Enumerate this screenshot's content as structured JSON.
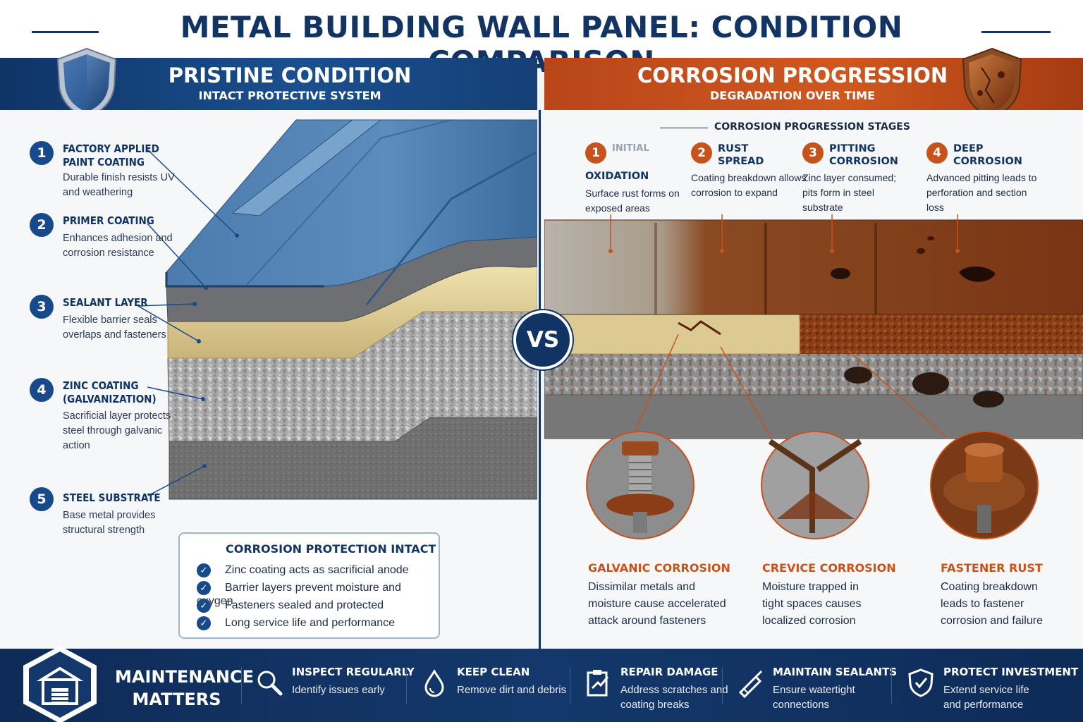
{
  "title": "METAL BUILDING WALL PANEL: CONDITION COMPARISON",
  "left_panel": {
    "title": "PRISTINE CONDITION",
    "subtitle": "INTACT PROTECTIVE SYSTEM",
    "layers": [
      {
        "number": "1",
        "title": "FACTORY APPLIED PAINT COATING",
        "description": "Durable finish resists UV and weathering"
      },
      {
        "number": "2",
        "title": "PRIMER COATING",
        "description": "Enhances adhesion and corrosion resistance"
      },
      {
        "number": "3",
        "title": "SEALANT LAYER",
        "description": "Flexible barrier seals overlaps and fasteners"
      },
      {
        "number": "4",
        "title": "ZINC COATING (GALVANIZATION)",
        "description": "Sacrificial layer protects steel through galvanic action"
      },
      {
        "number": "5",
        "title": "STEEL SUBSTRATE",
        "description": "Base metal provides structural strength"
      }
    ],
    "protection_box": {
      "title": "CORROSION PROTECTION INTACT",
      "items": [
        "Zinc coating acts as sacrificial anode",
        "Barrier layers prevent moisture and oxygen",
        "Fasteners sealed and protected",
        "Long service life and performance"
      ]
    }
  },
  "vs_label": "VS",
  "right_panel": {
    "title": "CORROSION PROGRESSION",
    "subtitle": "DEGRADATION OVER TIME",
    "stages_heading": "CORROSION PROGRESSION STAGES",
    "stages": [
      {
        "number": "1",
        "title": "INITIAL",
        "title_extra": "OXIDATION",
        "description": "Surface rust forms on exposed areas"
      },
      {
        "number": "2",
        "title": "RUST SPREAD",
        "description": "Coating breakdown allows corrosion to expand"
      },
      {
        "number": "3",
        "title": "PITTING CORROSION",
        "description": "Zinc layer consumed; pits form in steel substrate"
      },
      {
        "number": "4",
        "title": "DEEP CORROSION",
        "description": "Advanced pitting leads to perforation and section loss"
      }
    ],
    "details": [
      {
        "title": "GALVANIC CORROSION",
        "description": "Dissimilar metals and moisture cause accelerated attack around fasteners"
      },
      {
        "title": "CREVICE CORROSION",
        "description": "Moisture trapped in tight spaces causes localized corrosion"
      },
      {
        "title": "FASTENER RUST",
        "description": "Coating breakdown leads to fastener corrosion and failure"
      }
    ]
  },
  "footer": {
    "heading": "MAINTENANCE MATTERS",
    "tips": [
      {
        "icon": "magnifier-icon",
        "title": "INSPECT REGULARLY",
        "description": "Identify issues early"
      },
      {
        "icon": "water-drop-icon",
        "title": "KEEP CLEAN",
        "description": "Remove dirt and debris"
      },
      {
        "icon": "repair-clipboard-icon",
        "title": "REPAIR DAMAGE",
        "description": "Address scratches and coating breaks"
      },
      {
        "icon": "caulk-gun-icon",
        "title": "MAINTAIN SEALANTS",
        "description": "Ensure watertight connections"
      },
      {
        "icon": "shield-check-icon",
        "title": "PROTECT INVESTMENT",
        "description": "Extend service life and performance"
      }
    ]
  },
  "colors": {
    "navy": "#123465",
    "blue_band": "#1a4f8e",
    "rust_orange": "#c8521c",
    "panel_blue": "#4f7fae",
    "sealant": "#dccb96",
    "zinc": "#a7a7a7",
    "steel": "#6f6f6f"
  }
}
